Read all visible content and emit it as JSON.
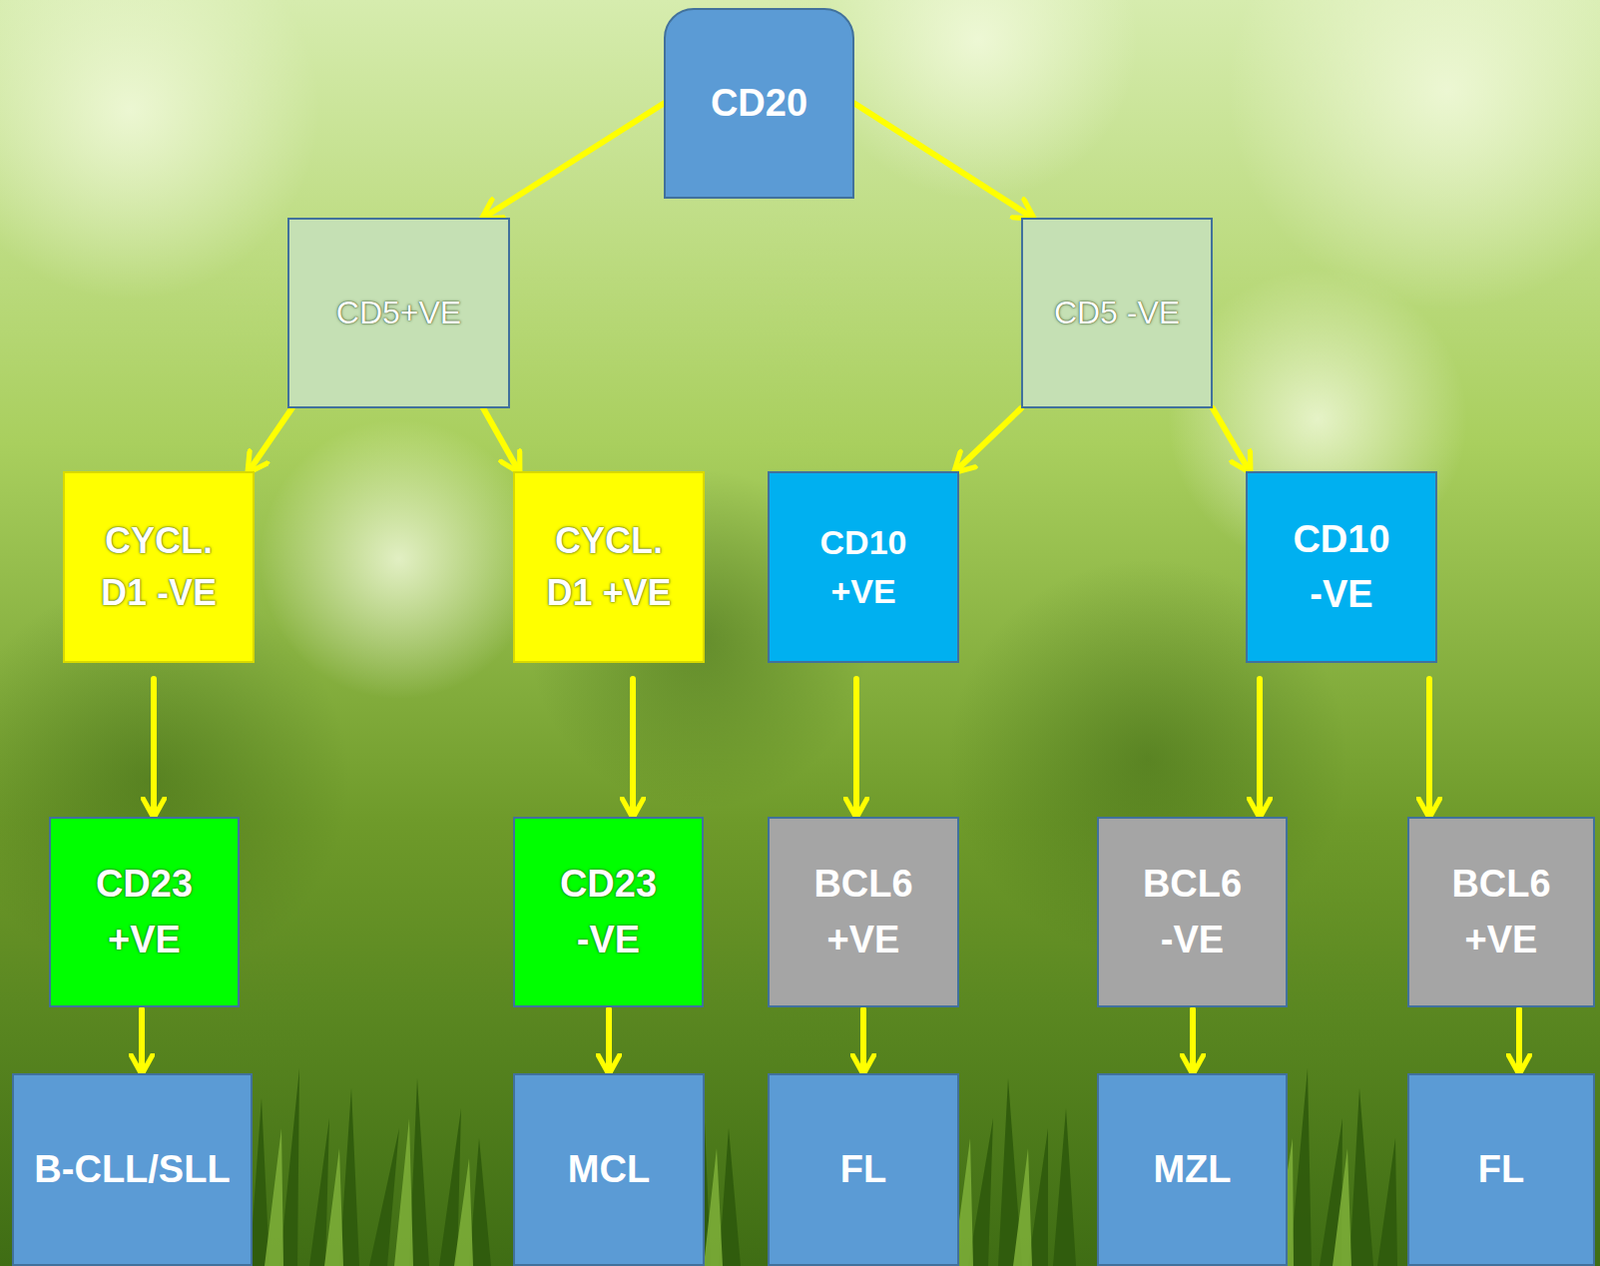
{
  "diagram": {
    "nodes": [
      {
        "text": [
          "CD20"
        ]
      },
      {
        "text": [
          "CD5+VE"
        ]
      },
      {
        "text": [
          "CD5 -VE"
        ]
      },
      {
        "text": [
          "CYCL. D1 -VE"
        ]
      },
      {
        "text": [
          "CYCL. D1 +VE"
        ]
      },
      {
        "text": [
          "CD10 +VE"
        ]
      },
      {
        "text": [
          "CD10 -VE"
        ]
      },
      {
        "text": [
          "CD23 +VE"
        ]
      },
      {
        "text": [
          "CD23 -VE"
        ]
      },
      {
        "text": [
          "BCL6 +VE"
        ]
      },
      {
        "text": [
          "BCL6 -VE"
        ]
      },
      {
        "text": [
          "BCL6 +VE"
        ]
      },
      {
        "text": [
          "B-CLL/SLL"
        ]
      },
      {
        "text": [
          "MCL"
        ]
      },
      {
        "text": [
          "FL"
        ]
      },
      {
        "text": [
          "MZL"
        ]
      },
      {
        "text": [
          "FL"
        ]
      }
    ],
    "edges": [
      {
        "from": 0,
        "to": 1,
        "arrow": "to"
      },
      {
        "from": 0,
        "to": 2,
        "arrow": "to"
      },
      {
        "from": 1,
        "to": 3,
        "arrow": "to"
      },
      {
        "from": 1,
        "to": 4,
        "arrow": "to"
      },
      {
        "from": 2,
        "to": 5,
        "arrow": "to"
      },
      {
        "from": 2,
        "to": 6,
        "arrow": "to"
      },
      {
        "from": 3,
        "to": 7,
        "arrow": "to"
      },
      {
        "from": 4,
        "to": 8,
        "arrow": "to"
      },
      {
        "from": 5,
        "to": 9,
        "arrow": "to"
      },
      {
        "from": 6,
        "to": 10,
        "arrow": "to"
      },
      {
        "from": 6,
        "to": 11,
        "arrow": "to"
      },
      {
        "from": 7,
        "to": 12,
        "arrow": "to"
      },
      {
        "from": 8,
        "to": 13,
        "arrow": "to"
      },
      {
        "from": 9,
        "to": 14,
        "arrow": "to"
      },
      {
        "from": 10,
        "to": 15,
        "arrow": "to"
      },
      {
        "from": 11,
        "to": 16,
        "arrow": "to"
      }
    ]
  }
}
